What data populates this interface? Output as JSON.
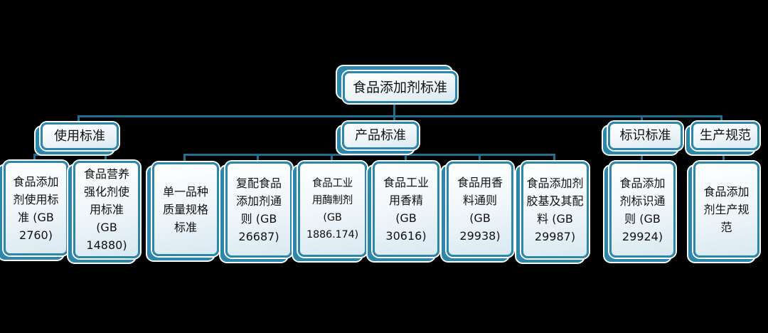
{
  "diagram": {
    "type": "hierarchy-org-chart",
    "title": "食品添加剂标准"
  },
  "colors": {
    "background": "#000000",
    "node_border": "#2d87aa",
    "connector": "#226f90",
    "node_fill_top": "#ffffff",
    "node_fill_bottom": "#d9e9f2",
    "text": "#111111"
  },
  "nodes": {
    "root": {
      "label": "食品添加剂标准"
    },
    "usage": {
      "label": "使用标准"
    },
    "product": {
      "label": "产品标准"
    },
    "labeling": {
      "label": "标识标准"
    },
    "production": {
      "label": "生产规范"
    },
    "gb2760": {
      "label": "食品添加\n剂使用标\n准 (GB\n2760)"
    },
    "gb14880": {
      "label": "食品营养\n强化剂使\n用标准\n(GB\n14880)"
    },
    "single_variety": {
      "label": "单一品种\n质量规格\n标准"
    },
    "gb26687": {
      "label": "复配食品\n添加剂通\n则 (GB\n26687)"
    },
    "gb1886_174": {
      "label": "食品工业\n用酶制剂\n(GB\n1886.174)"
    },
    "gb30616": {
      "label": "食品工业\n用香精\n(GB\n30616)"
    },
    "gb29938": {
      "label": "食品用香\n料通则\n(GB\n29938)"
    },
    "gb29987": {
      "label": "食品添加剂\n胶基及其配\n料 (GB\n29987)"
    },
    "gb29924": {
      "label": "食品添加\n剂标识通\n则 (GB\n29924)"
    },
    "production_spec": {
      "label": "食品添加\n剂生产规\n范"
    }
  },
  "hierarchy": [
    {
      "parent": "食品添加剂标准",
      "children": [
        {
          "label": "使用标准",
          "children": [
            "食品添加剂使用标准 (GB 2760)",
            "食品营养强化剂使用标准 (GB 14880)"
          ]
        },
        {
          "label": "产品标准",
          "children": [
            "单一品种质量规格标准",
            "复配食品添加剂通则 (GB 26687)",
            "食品工业用酶制剂 (GB 1886.174)",
            "食品工业用香精 (GB 30616)",
            "食品用香料通则 (GB 29938)",
            "食品添加剂胶基及其配料 (GB 29987)"
          ]
        },
        {
          "label": "标识标准",
          "children": [
            "食品添加剂标识通则 (GB 29924)"
          ]
        },
        {
          "label": "生产规范",
          "children": [
            "食品添加剂生产规范"
          ]
        }
      ]
    }
  ]
}
